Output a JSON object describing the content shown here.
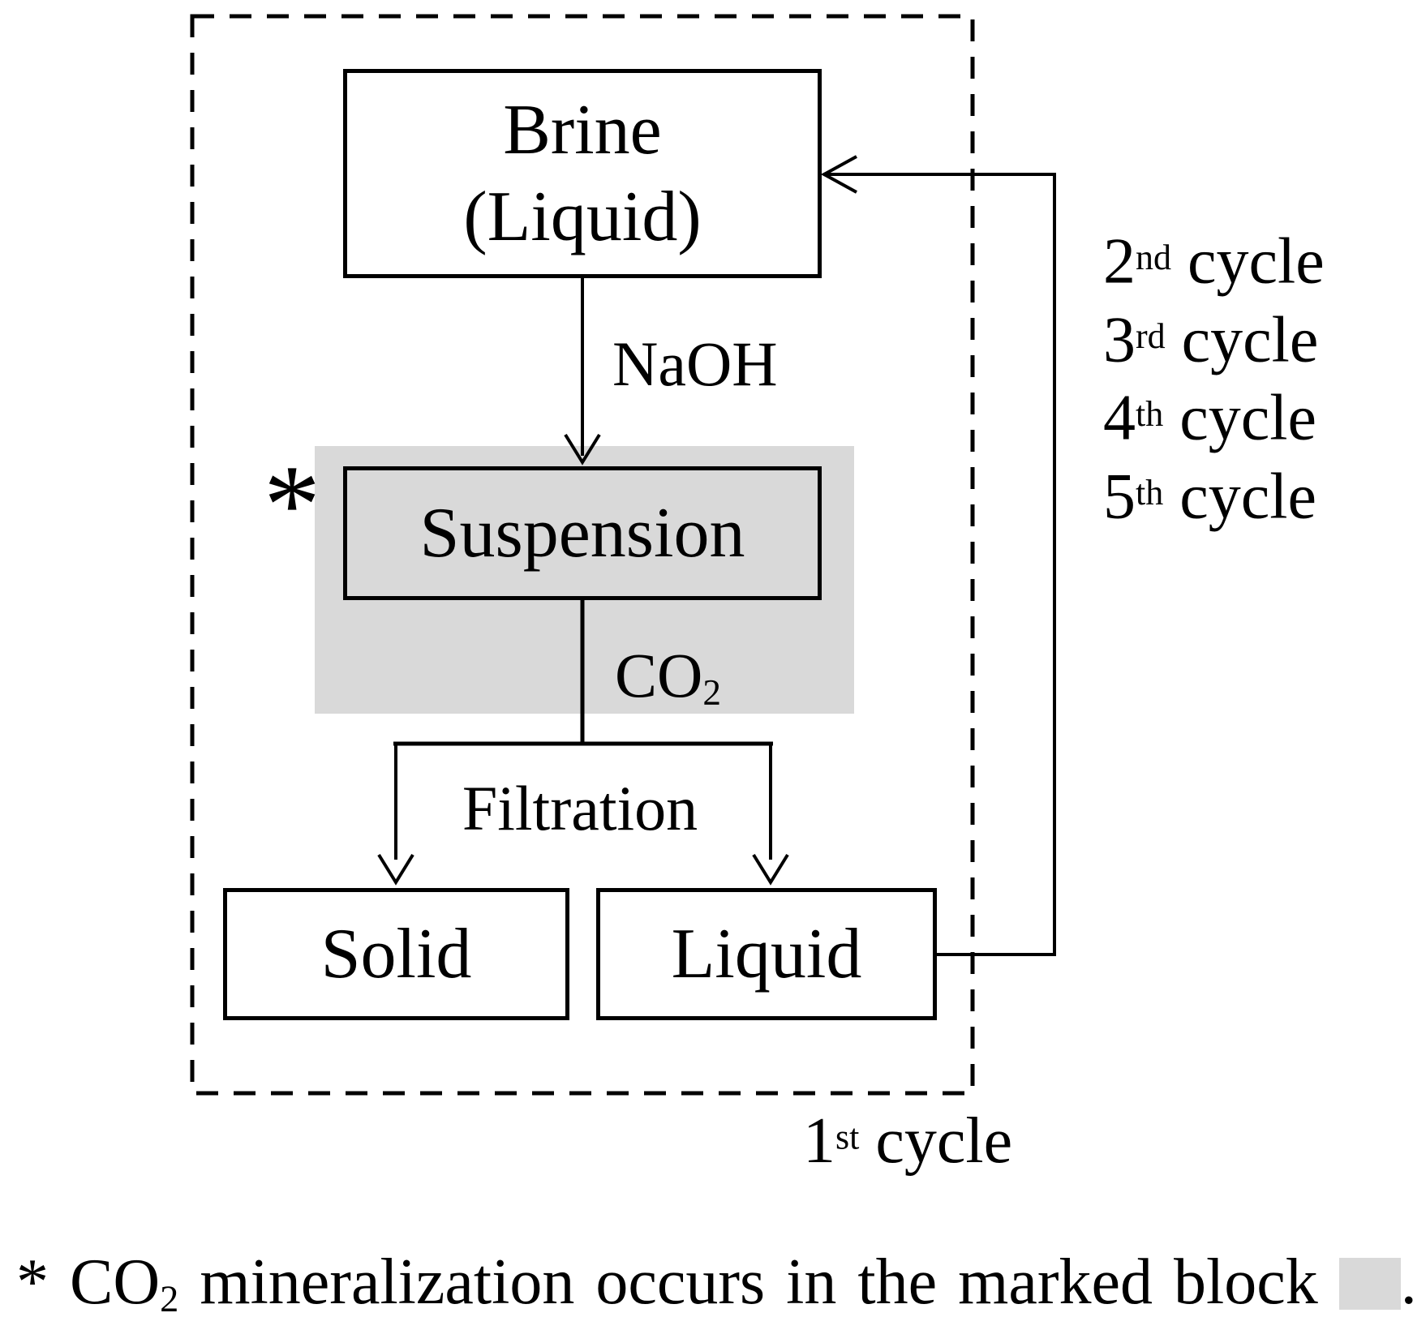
{
  "diagram": {
    "nodes": {
      "brine": {
        "line1": "Brine",
        "line2": "(Liquid)"
      },
      "suspension": {
        "label": "Suspension"
      },
      "solid": {
        "label": "Solid"
      },
      "liquid": {
        "label": "Liquid"
      }
    },
    "flow_labels": {
      "naoh": "NaOH",
      "co2": {
        "base": "CO",
        "sub": "2"
      },
      "filtration": "Filtration",
      "mineralization_marker": "*"
    },
    "cycle_labels": {
      "feedback": [
        {
          "num": "2",
          "ord": "nd",
          "word": "cycle"
        },
        {
          "num": "3",
          "ord": "rd",
          "word": "cycle"
        },
        {
          "num": "4",
          "ord": "th",
          "word": "cycle"
        },
        {
          "num": "5",
          "ord": "th",
          "word": "cycle"
        }
      ],
      "box": {
        "num": "1",
        "ord": "st",
        "word": "cycle"
      }
    },
    "footnote": {
      "marker": "*",
      "co2_base": "CO",
      "co2_sub": "2",
      "text": "mineralization occurs in the marked block",
      "period": "."
    },
    "colors": {
      "marked_block_gray": "#d9d9d9",
      "line_black": "#000000"
    }
  }
}
